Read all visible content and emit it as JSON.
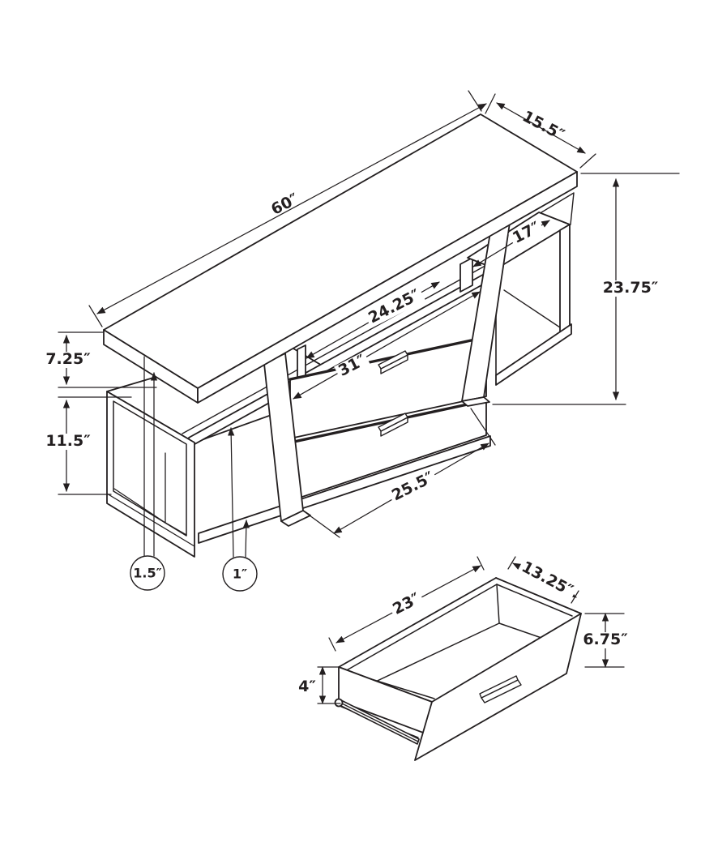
{
  "diagram": {
    "kind": "furniture-dimension-drawing",
    "line_color": "#231f20",
    "background_color": "#ffffff",
    "views": {
      "main": {
        "name": "tv-stand-isometric-view",
        "dimensions": {
          "top_length": {
            "text": "60″",
            "inches": 60
          },
          "top_depth": {
            "text": "15.5″",
            "inches": 15.5
          },
          "total_height": {
            "text": "23.75″",
            "inches": 23.75
          },
          "shelf_opening": {
            "text": "17″",
            "inches": 17
          },
          "upper_span": {
            "text": "24.25″",
            "inches": 24.25
          },
          "drawer_span": {
            "text": "31″",
            "inches": 31
          },
          "top_gap": {
            "text": "7.25″",
            "inches": 7.25
          },
          "cabinet_opening": {
            "text": "11.5″",
            "inches": 11.5
          },
          "base_span": {
            "text": "25.5″",
            "inches": 25.5
          },
          "panel_thickness": {
            "text": "1.5″",
            "inches": 1.5
          },
          "shelf_thickness": {
            "text": "1″",
            "inches": 1
          }
        }
      },
      "detail": {
        "name": "drawer-detail-view",
        "dimensions": {
          "drawer_length": {
            "text": "23″",
            "inches": 23
          },
          "drawer_depth": {
            "text": "13.25″",
            "inches": 13.25
          },
          "front_height": {
            "text": "6.75″",
            "inches": 6.75
          },
          "side_height": {
            "text": "4″",
            "inches": 4
          }
        }
      }
    }
  }
}
